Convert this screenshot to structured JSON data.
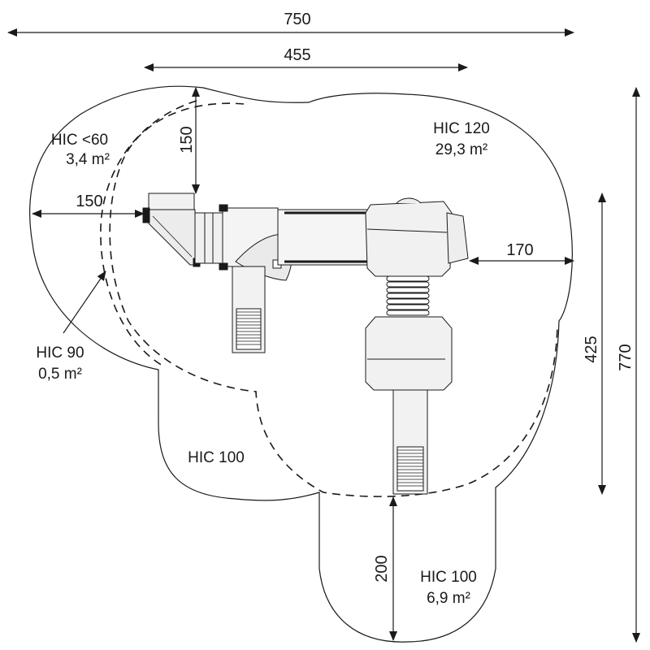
{
  "dimensions": {
    "total_width": "750",
    "structure_width": "455",
    "top_clearance": "150",
    "left_clearance": "150",
    "right_clearance": "170",
    "structure_depth": "425",
    "total_depth": "770",
    "bottom_clearance": "200"
  },
  "zones": {
    "hic_lt60_label": "HIC <60",
    "hic_lt60_area": "3,4 m²",
    "hic120_label": "HIC 120",
    "hic120_area": "29,3 m²",
    "hic90_label": "HIC 90",
    "hic90_area": "0,5 m²",
    "hic100_left_label": "HIC 100",
    "hic100_bottom_label": "HIC 100",
    "hic100_bottom_area": "6,9 m²"
  },
  "colors": {
    "line": "#1a1a1a",
    "fill_component": "#f2f2f2"
  }
}
